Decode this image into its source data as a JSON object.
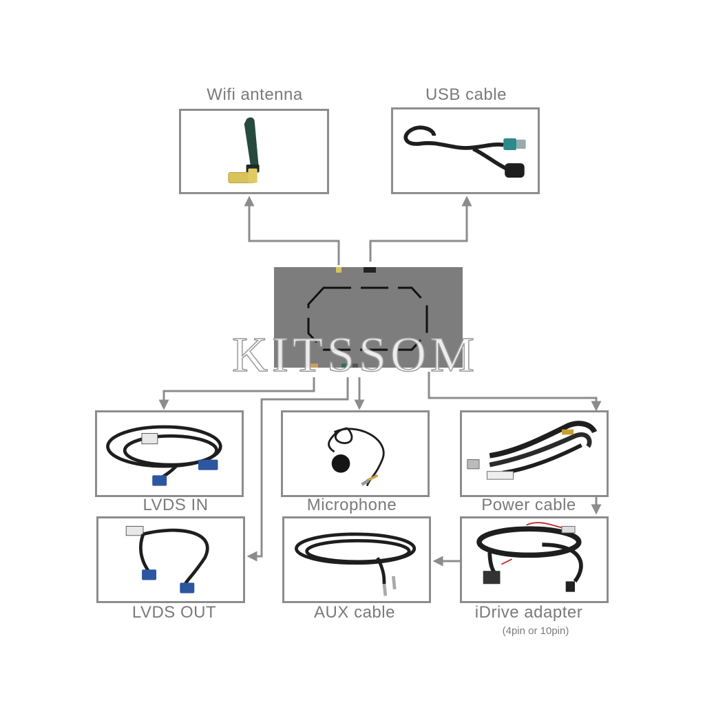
{
  "components": {
    "wifi_antenna": "Wifi antenna",
    "usb_cable": "USB cable",
    "lvds_in": "LVDS IN",
    "microphone": "Microphone",
    "power_cable": "Power cable",
    "lvds_out": "LVDS OUT",
    "aux_cable": "AUX cable",
    "idrive_adapter": "iDrive adapter",
    "idrive_adapter_note": "(4pin or 10pin)"
  },
  "watermark": "KITSSOM",
  "colors": {
    "frame": "#8c8c8c",
    "label": "#7a7a7a",
    "device": "#7d7d7d",
    "cable": "#1e1e1e",
    "fakra_blue": "#2c56a0",
    "gold": "#d8c25a",
    "antenna": "#274a3f"
  }
}
